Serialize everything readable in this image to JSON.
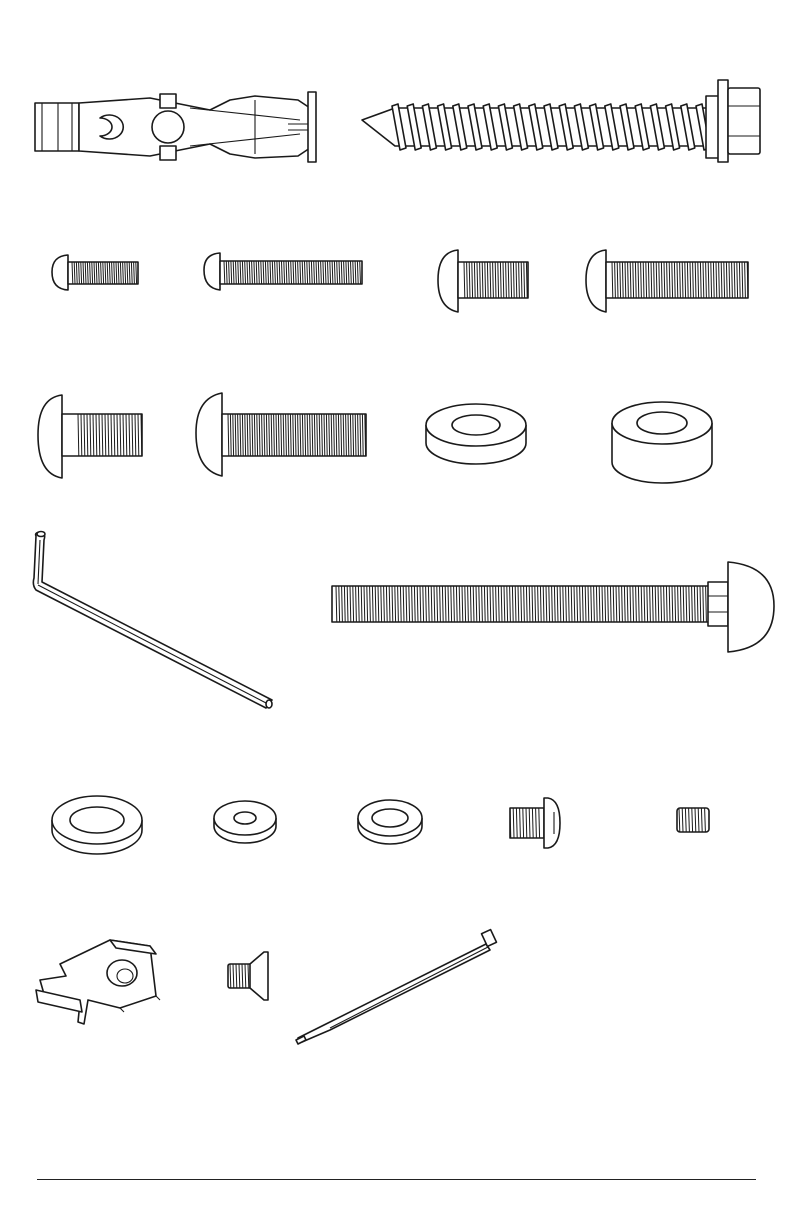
{
  "page": {
    "theme": {
      "line_color": "#1a1a1a",
      "background": "#ffffff"
    }
  },
  "hardware_items": [
    {
      "name": "wall-anchor"
    },
    {
      "name": "lag-screw-hex-head"
    },
    {
      "name": "button-head-bolt-small-short"
    },
    {
      "name": "button-head-bolt-small-long"
    },
    {
      "name": "button-head-bolt-medium-short"
    },
    {
      "name": "button-head-bolt-medium-long"
    },
    {
      "name": "button-head-bolt-large-short"
    },
    {
      "name": "button-head-bolt-large-long"
    },
    {
      "name": "flat-washer-large"
    },
    {
      "name": "spacer"
    },
    {
      "name": "hex-key"
    },
    {
      "name": "carriage-bolt-long"
    },
    {
      "name": "flat-washer-wide"
    },
    {
      "name": "flat-washer-small"
    },
    {
      "name": "flat-washer-medium"
    },
    {
      "name": "pan-head-screw"
    },
    {
      "name": "set-screw"
    },
    {
      "name": "cable-clip"
    },
    {
      "name": "flat-head-screw"
    },
    {
      "name": "cable-tie"
    }
  ]
}
